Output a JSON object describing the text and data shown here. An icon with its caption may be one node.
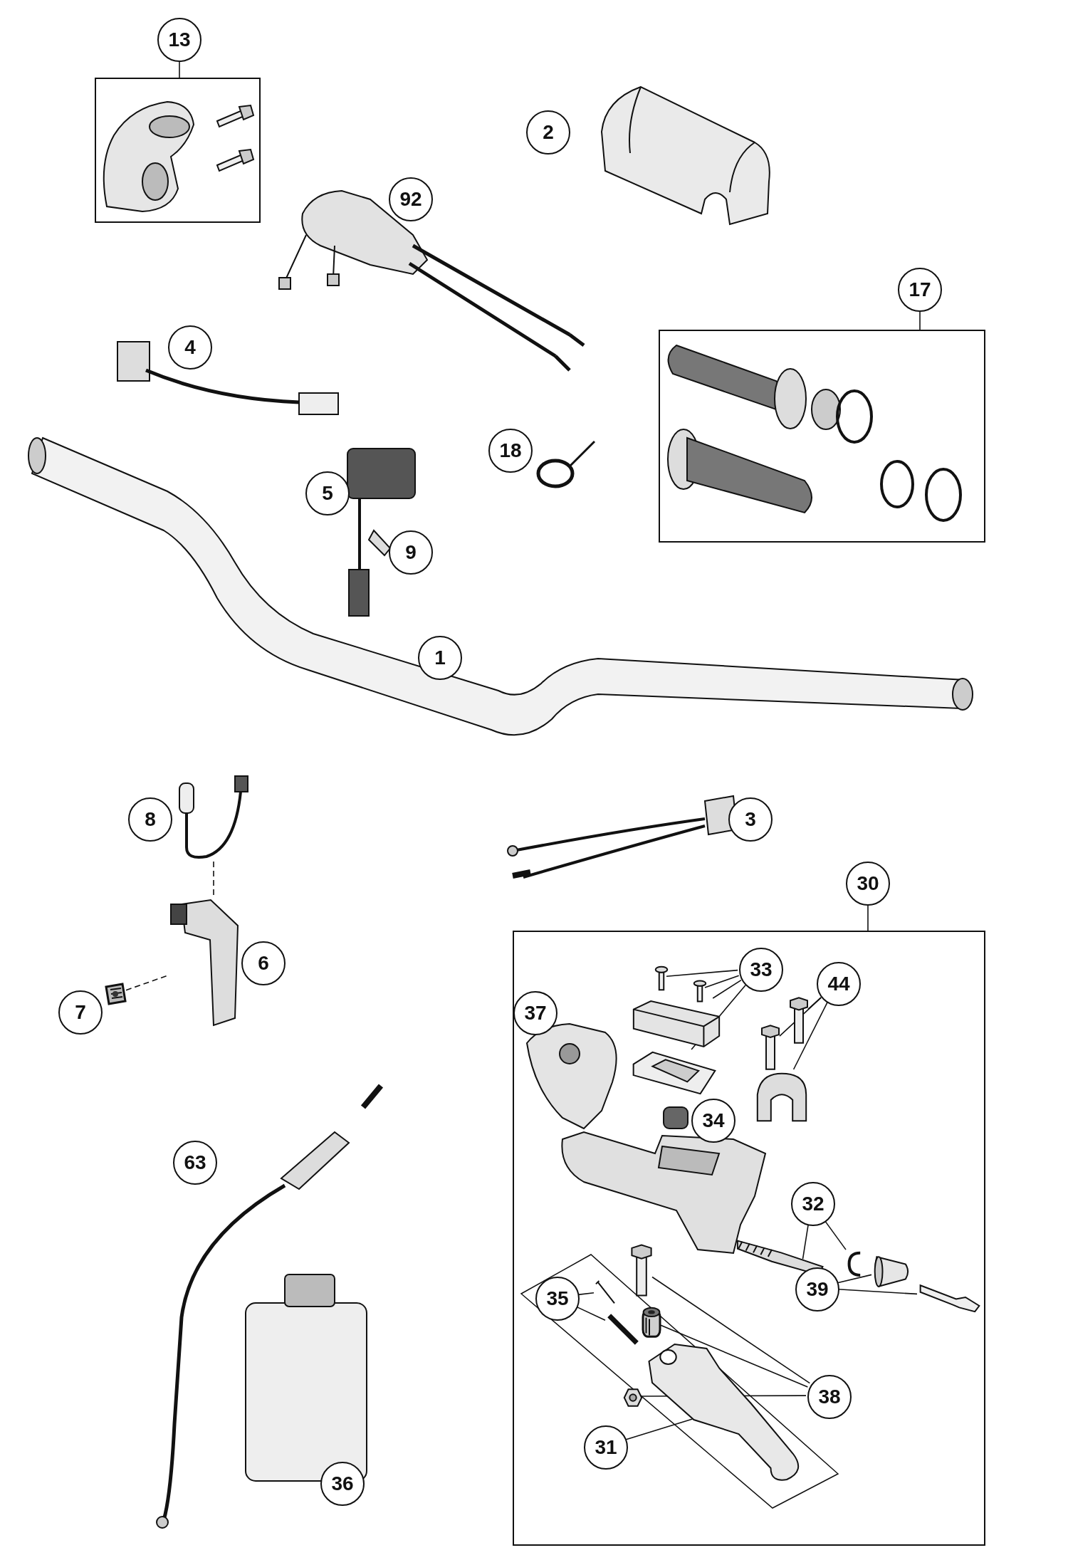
{
  "diagram": {
    "nodes": [
      {
        "text": [
          "13"
        ]
      },
      {
        "text": [],
        "shape": "box"
      },
      {
        "text": [
          "17"
        ]
      },
      {
        "text": [],
        "shape": "box"
      },
      {
        "text": [
          "30"
        ]
      },
      {
        "text": [],
        "shape": "box"
      },
      {
        "text": [
          "33"
        ],
        "in": 5
      },
      {
        "text": [],
        "shape": "picture",
        "in": 5
      },
      {
        "text": [],
        "shape": "picture",
        "in": 5
      },
      {
        "text": [],
        "shape": "picture",
        "in": 5
      },
      {
        "text": [],
        "shape": "picture",
        "in": 5
      },
      {
        "text": [
          "44"
        ],
        "in": 5
      },
      {
        "text": [],
        "shape": "picture",
        "in": 5
      },
      {
        "text": [],
        "shape": "picture",
        "in": 5
      },
      {
        "text": [],
        "shape": "picture",
        "in": 5
      },
      {
        "text": [
          "32"
        ],
        "in": 5
      },
      {
        "text": [],
        "shape": "picture",
        "in": 5
      },
      {
        "text": [],
        "shape": "picture",
        "in": 5
      },
      {
        "text": [
          "39"
        ],
        "in": 5
      },
      {
        "text": [],
        "shape": "picture",
        "in": 5
      },
      {
        "text": [],
        "shape": "picture",
        "in": 5
      },
      {
        "text": [
          "35"
        ],
        "in": 5
      },
      {
        "text": [],
        "shape": "picture",
        "in": 5
      },
      {
        "text": [],
        "shape": "picture",
        "in": 5
      },
      {
        "text": [
          "38"
        ],
        "in": 5
      },
      {
        "text": [],
        "shape": "picture",
        "in": 5
      },
      {
        "text": [],
        "shape": "picture",
        "in": 5
      },
      {
        "text": [],
        "shape": "picture",
        "in": 5
      },
      {
        "text": [
          "31"
        ],
        "in": 5
      },
      {
        "text": [],
        "shape": "picture",
        "in": 5
      },
      {
        "text": [
          "2"
        ]
      },
      {
        "text": [
          "92"
        ]
      },
      {
        "text": [
          "4"
        ]
      },
      {
        "text": [
          "18"
        ]
      },
      {
        "text": [
          "5"
        ]
      },
      {
        "text": [
          "9"
        ]
      },
      {
        "text": [
          "1"
        ]
      },
      {
        "text": [
          "8"
        ]
      },
      {
        "text": [
          "3"
        ]
      },
      {
        "text": [
          "6"
        ]
      },
      {
        "text": [
          "7"
        ]
      },
      {
        "text": [
          "37"
        ],
        "in": 5
      },
      {
        "text": [
          "34"
        ],
        "in": 5
      },
      {
        "text": [
          "63"
        ]
      },
      {
        "text": [
          "36"
        ]
      },
      {
        "text": [],
        "shape": "picture"
      },
      {
        "text": [],
        "shape": "picture"
      },
      {
        "text": [],
        "shape": "picture"
      }
    ],
    "edges": [
      {
        "from": 0,
        "to": 1,
        "arrow": "none"
      },
      {
        "from": 2,
        "to": 3,
        "arrow": "none"
      },
      {
        "from": 4,
        "to": 5,
        "arrow": "none"
      },
      {
        "from": 6,
        "to": 7,
        "arrow": "none"
      },
      {
        "from": 6,
        "to": 8,
        "arrow": "none"
      },
      {
        "from": 6,
        "to": 9,
        "arrow": "none"
      },
      {
        "from": 6,
        "to": 10,
        "arrow": "none"
      },
      {
        "from": 11,
        "to": 12,
        "arrow": "none"
      },
      {
        "from": 11,
        "to": 13,
        "arrow": "none"
      },
      {
        "from": 11,
        "to": 14,
        "arrow": "none"
      },
      {
        "from": 15,
        "to": 16,
        "arrow": "none"
      },
      {
        "from": 15,
        "to": 17,
        "arrow": "none"
      },
      {
        "from": 18,
        "to": 19,
        "arrow": "none"
      },
      {
        "from": 18,
        "to": 20,
        "arrow": "none"
      },
      {
        "from": 21,
        "to": 22,
        "arrow": "none"
      },
      {
        "from": 21,
        "to": 23,
        "arrow": "none"
      },
      {
        "from": 24,
        "to": 25,
        "arrow": "none"
      },
      {
        "from": 24,
        "to": 26,
        "arrow": "none"
      },
      {
        "from": 24,
        "to": 27,
        "arrow": "none"
      },
      {
        "from": 28,
        "to": 29,
        "arrow": "none"
      },
      {
        "from": 45,
        "to": 46,
        "arrow": "none",
        "style": "dashed"
      },
      {
        "from": 47,
        "to": 46,
        "arrow": "none",
        "style": "dashed"
      }
    ]
  }
}
